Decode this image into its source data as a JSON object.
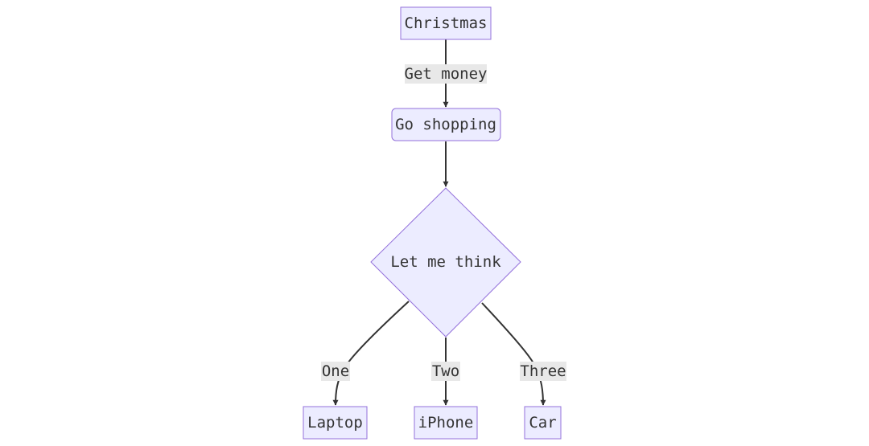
{
  "nodes": {
    "christmas": {
      "label": "Christmas"
    },
    "shopping": {
      "label": "Go shopping"
    },
    "decision": {
      "label": "Let me think"
    },
    "laptop": {
      "label": "Laptop"
    },
    "iphone": {
      "label": "iPhone"
    },
    "car": {
      "label": "Car"
    }
  },
  "edges": {
    "get_money": {
      "label": "Get money"
    },
    "one": {
      "label": "One"
    },
    "two": {
      "label": "Two"
    },
    "three": {
      "label": "Three"
    }
  },
  "colors": {
    "node_fill": "#ececff",
    "node_stroke": "#9370db",
    "edge": "#333333",
    "label_bg": "#e8e8e8"
  }
}
